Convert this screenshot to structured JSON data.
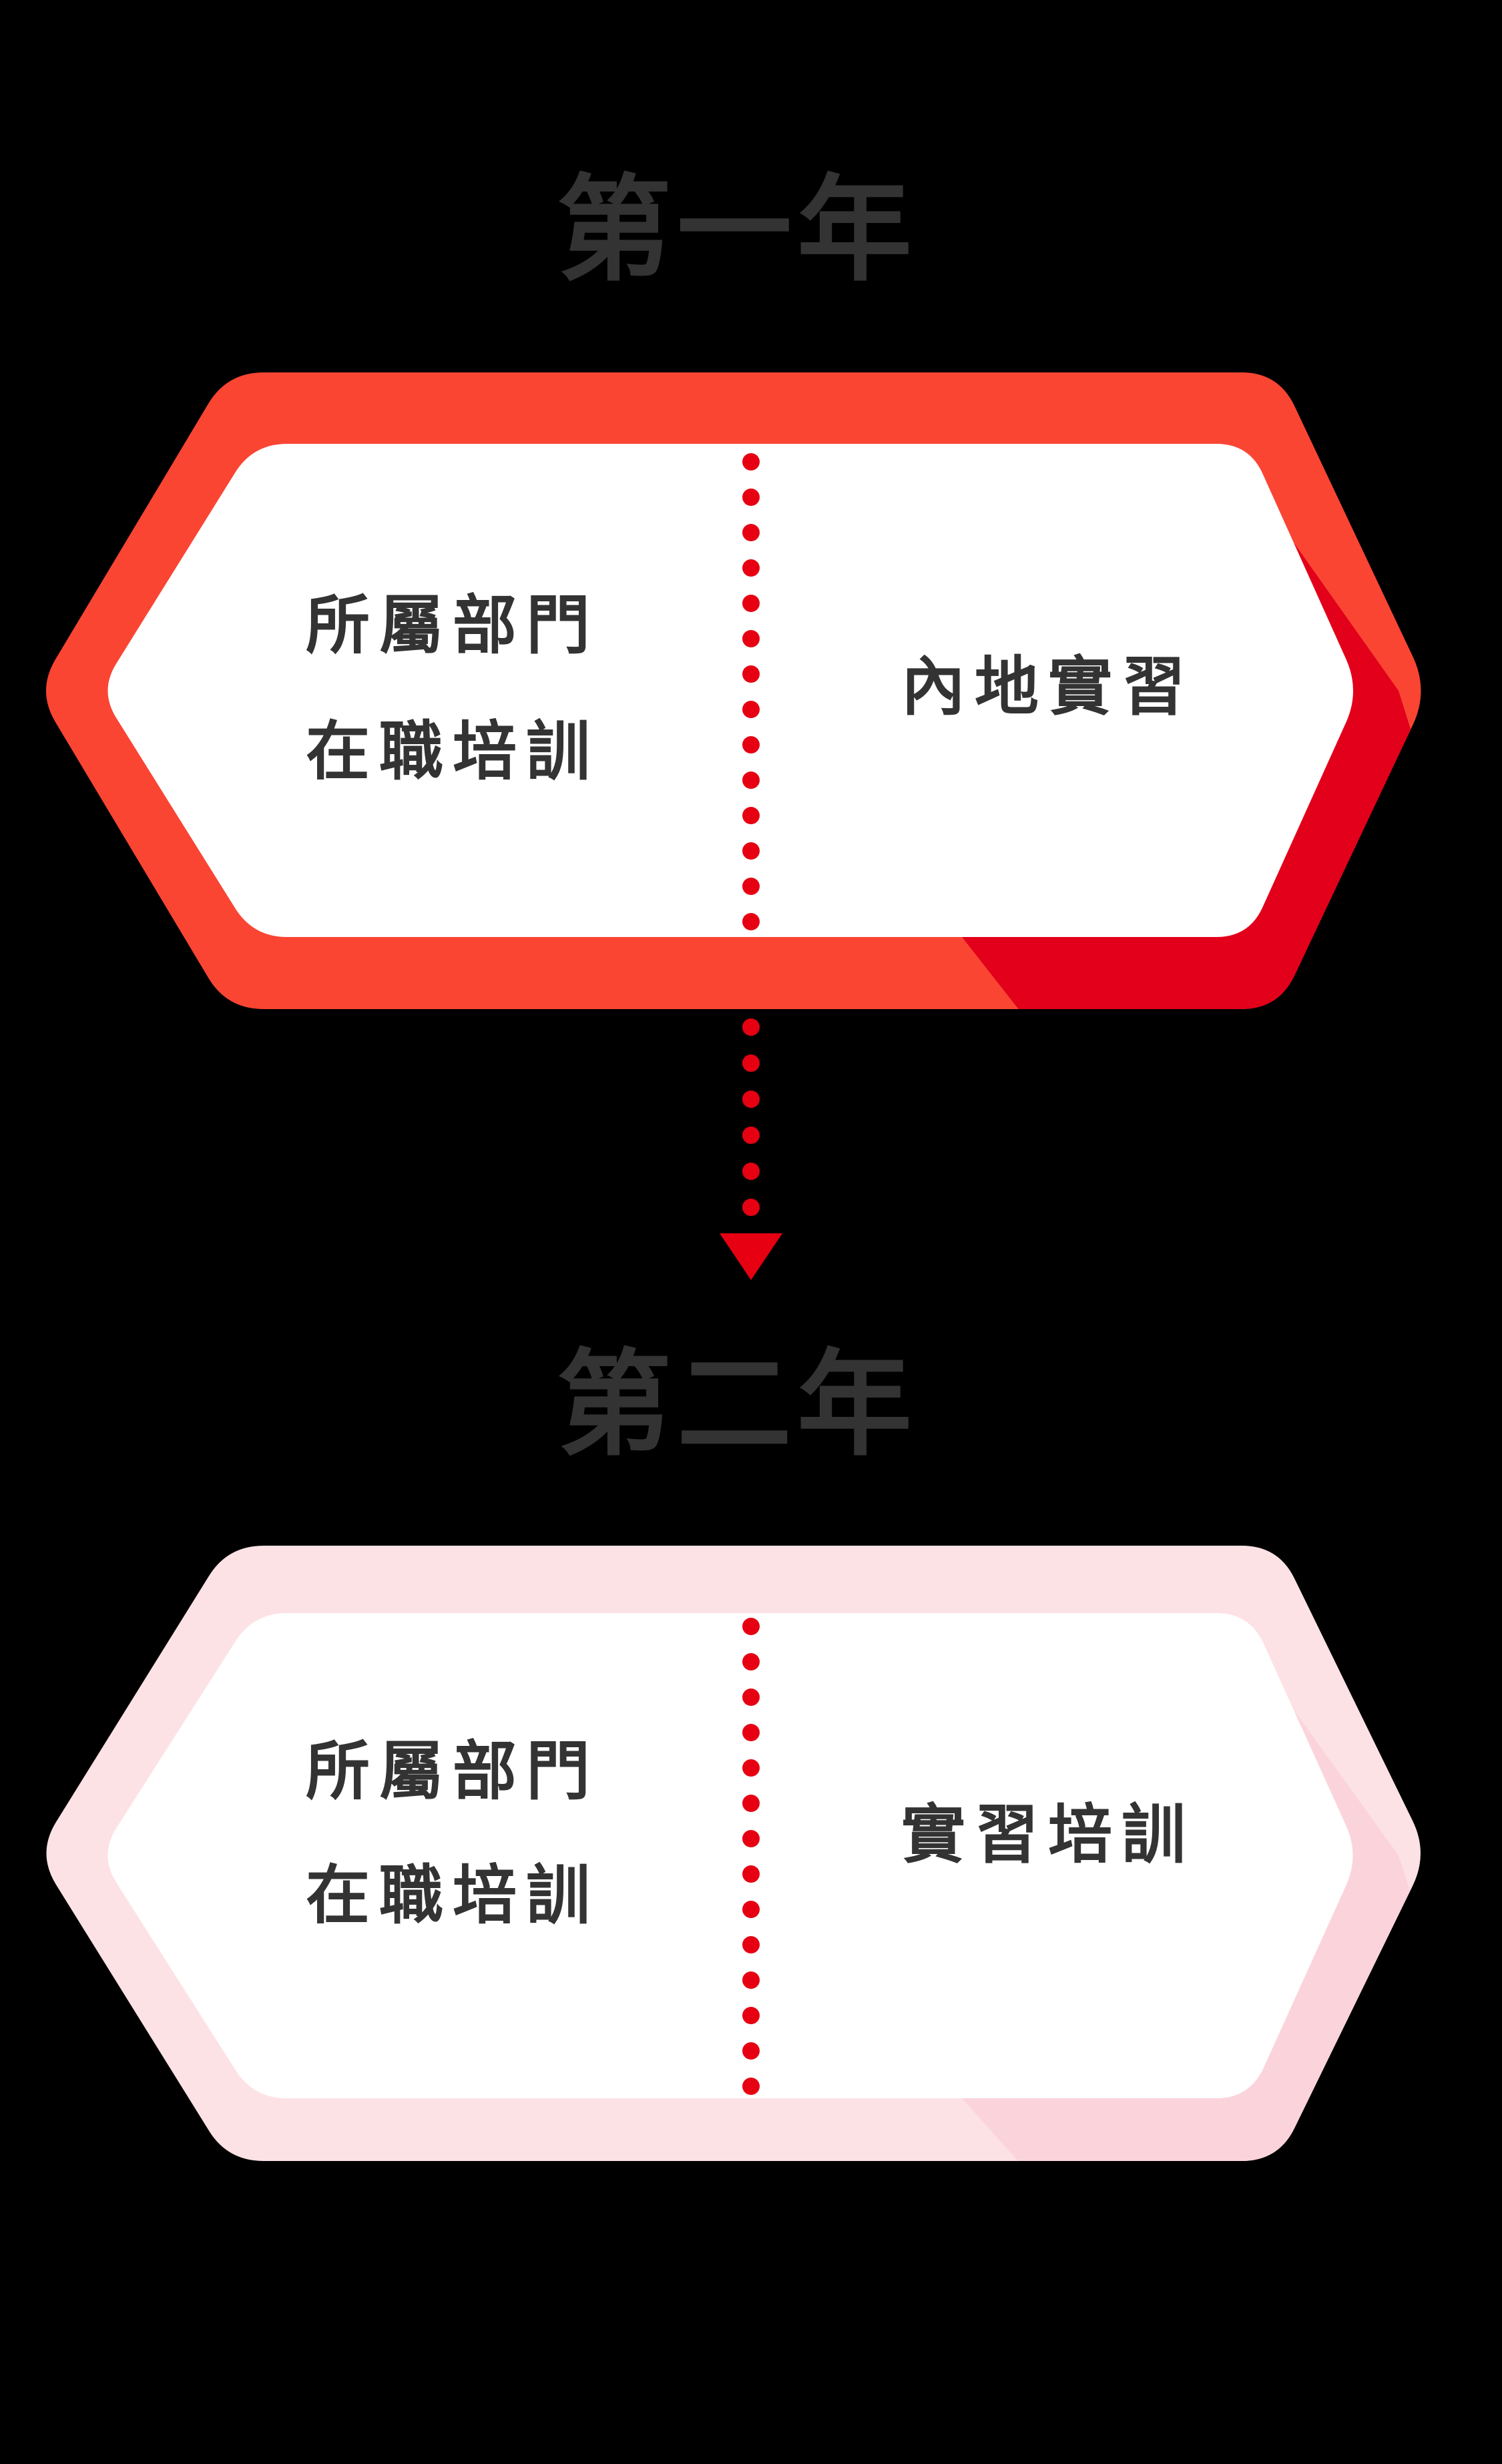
{
  "background": "#000000",
  "colors": {
    "title_text": "#333333",
    "cell_text": "#333333",
    "hex1_base": "#FA4533",
    "hex1_accent": "#E2001A",
    "hex2_base": "#FDE2E5",
    "hex2_accent": "#FBD4DB",
    "inner_fill": "#FFFFFF",
    "dot": "#E60012",
    "arrow": "#E60012"
  },
  "sections": [
    {
      "title": "第一年",
      "left": {
        "line1": "所屬部門",
        "line2": "在職培訓"
      },
      "right": "內地實習"
    },
    {
      "title": "第二年",
      "left": {
        "line1": "所屬部門",
        "line2": "在職培訓"
      },
      "right": "實習培訓"
    }
  ]
}
